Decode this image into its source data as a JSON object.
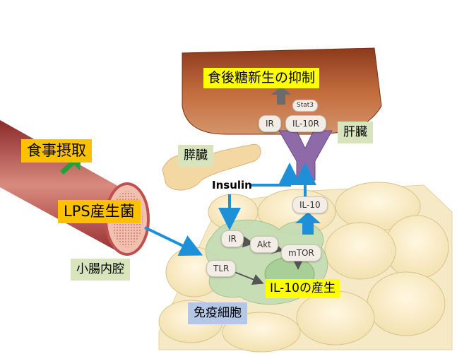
{
  "labels": {
    "gluconeogenesis": "食後糖新生の抑制",
    "food_intake": "食事摂取",
    "lps_bacteria": "LPS産生菌",
    "small_intestine": "小腸内腔",
    "pancreas": "膵臓",
    "liver": "肝臓",
    "immune_cell": "免疫細胞",
    "il10_production": "IL-10の産生",
    "insulin": "Insulin"
  },
  "markers": {
    "stat3": "Stat3",
    "ir_liver": "IR",
    "il10r": "IL-10R",
    "il10": "IL-10",
    "ir_cell": "IR",
    "akt": "Akt",
    "mtor": "mTOR",
    "tlr": "TLR"
  },
  "colors": {
    "liver": "#b4532f",
    "receptor": "#8f6aa8",
    "arrow_blue": "#1e90d8",
    "fat_cell": "#fbf1d0",
    "immune": "#c3dcb4",
    "intestine": "#b23a3a"
  }
}
